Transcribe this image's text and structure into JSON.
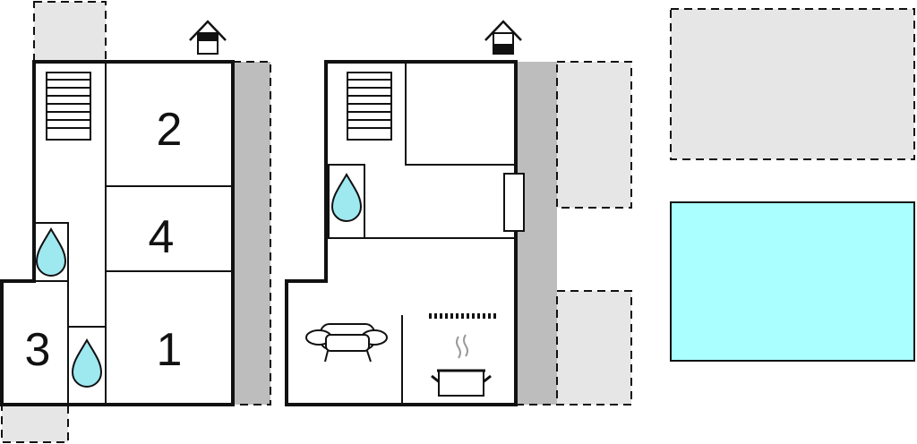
{
  "floor_plan": {
    "rooms": {
      "room_2": "2",
      "room_4": "4",
      "room_3": "3",
      "room_1": "1"
    },
    "icons": [
      "house-entrance-icon",
      "stairs-icon",
      "bathroom-drop-icon",
      "sofa-icon",
      "cooking-pot-icon",
      "cooker-hob-icon",
      "radiator-icon"
    ],
    "colors": {
      "wall": "#111111",
      "terrace": "#e6e6e6",
      "balcony": "#bdbdbd",
      "pool": "#aaffff",
      "water": "#9ee8f0"
    }
  }
}
